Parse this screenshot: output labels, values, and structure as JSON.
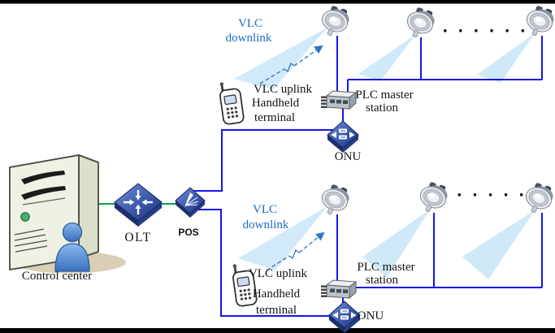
{
  "colors": {
    "fiber_line_blue": "#1515e8",
    "feeder_line_green": "#00a550",
    "light_beam_fill": "#cde8f8",
    "vlc_downlink_text_blue": "#1d6ec5",
    "uplink_arrow_blue": "#3276c8",
    "device_icon_blue": "#2f4da0"
  },
  "control_center": {
    "label": "Control center"
  },
  "olt": {
    "label": "OLT"
  },
  "pos": {
    "label": "POS"
  },
  "branches": [
    {
      "vlc_downlink_line1": "VLC",
      "vlc_downlink_line2": "downlink",
      "vlc_uplink": "VLC uplink",
      "handheld_line1": "Handheld",
      "handheld_line2": "terminal",
      "plc_line1": "PLC master",
      "plc_line2": "station",
      "onu_label": "ONU",
      "more_lights_ellipsis": "· · · · · ·"
    },
    {
      "vlc_downlink_line1": "VLC",
      "vlc_downlink_line2": "downlink",
      "vlc_uplink": "VLC uplink",
      "handheld_line1": "Handheld",
      "handheld_line2": "terminal",
      "plc_line1": "PLC master",
      "plc_line2": "station",
      "onu_label": "ONU",
      "more_lights_ellipsis": "· · · · ·"
    }
  ]
}
